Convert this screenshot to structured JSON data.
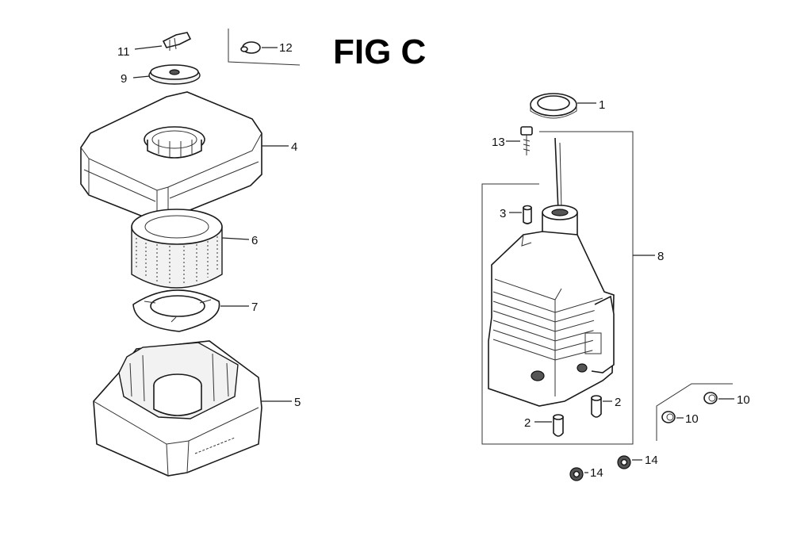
{
  "title": "FIG C",
  "callouts": {
    "c1": "1",
    "c2a": "2",
    "c2b": "2",
    "c3": "3",
    "c4": "4",
    "c5": "5",
    "c6": "6",
    "c7": "7",
    "c8": "8",
    "c9": "9",
    "c10a": "10",
    "c10b": "10",
    "c11": "11",
    "c12": "12",
    "c13": "13",
    "c14a": "14",
    "c14b": "14"
  }
}
